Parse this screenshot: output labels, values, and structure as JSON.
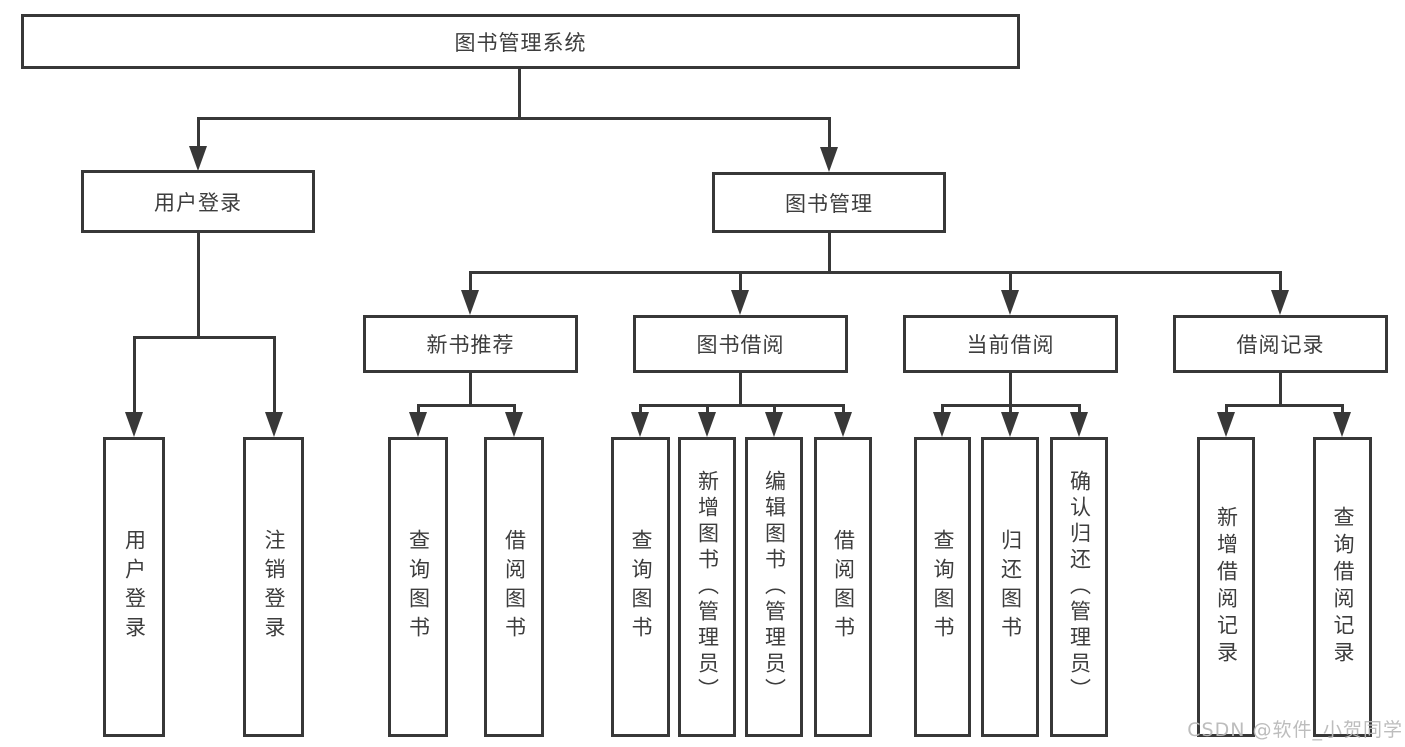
{
  "diagram": {
    "root": {
      "label": "图书管理系统",
      "children": [
        {
          "label": "用户登录",
          "children": [
            {
              "label": "用户登录"
            },
            {
              "label": "注销登录"
            }
          ]
        },
        {
          "label": "图书管理",
          "children": [
            {
              "label": "新书推荐",
              "children": [
                {
                  "label": "查询图书"
                },
                {
                  "label": "借阅图书"
                }
              ]
            },
            {
              "label": "图书借阅",
              "children": [
                {
                  "label": "查询图书"
                },
                {
                  "label": "新增图书（管理员）"
                },
                {
                  "label": "编辑图书（管理员）"
                },
                {
                  "label": "借阅图书"
                }
              ]
            },
            {
              "label": "当前借阅",
              "children": [
                {
                  "label": "查询图书"
                },
                {
                  "label": "归还图书"
                },
                {
                  "label": "确认归还（管理员）"
                }
              ]
            },
            {
              "label": "借阅记录",
              "children": [
                {
                  "label": "新增借阅记录"
                },
                {
                  "label": "查询借阅记录"
                }
              ]
            }
          ]
        }
      ]
    },
    "style": {
      "line_color": "#383838",
      "text_color": "#3d3d3d",
      "background": "#ffffff",
      "watermark_color": "#b9b9b9"
    }
  },
  "watermark": {
    "text": "CSDN @软件_小贺同学"
  }
}
